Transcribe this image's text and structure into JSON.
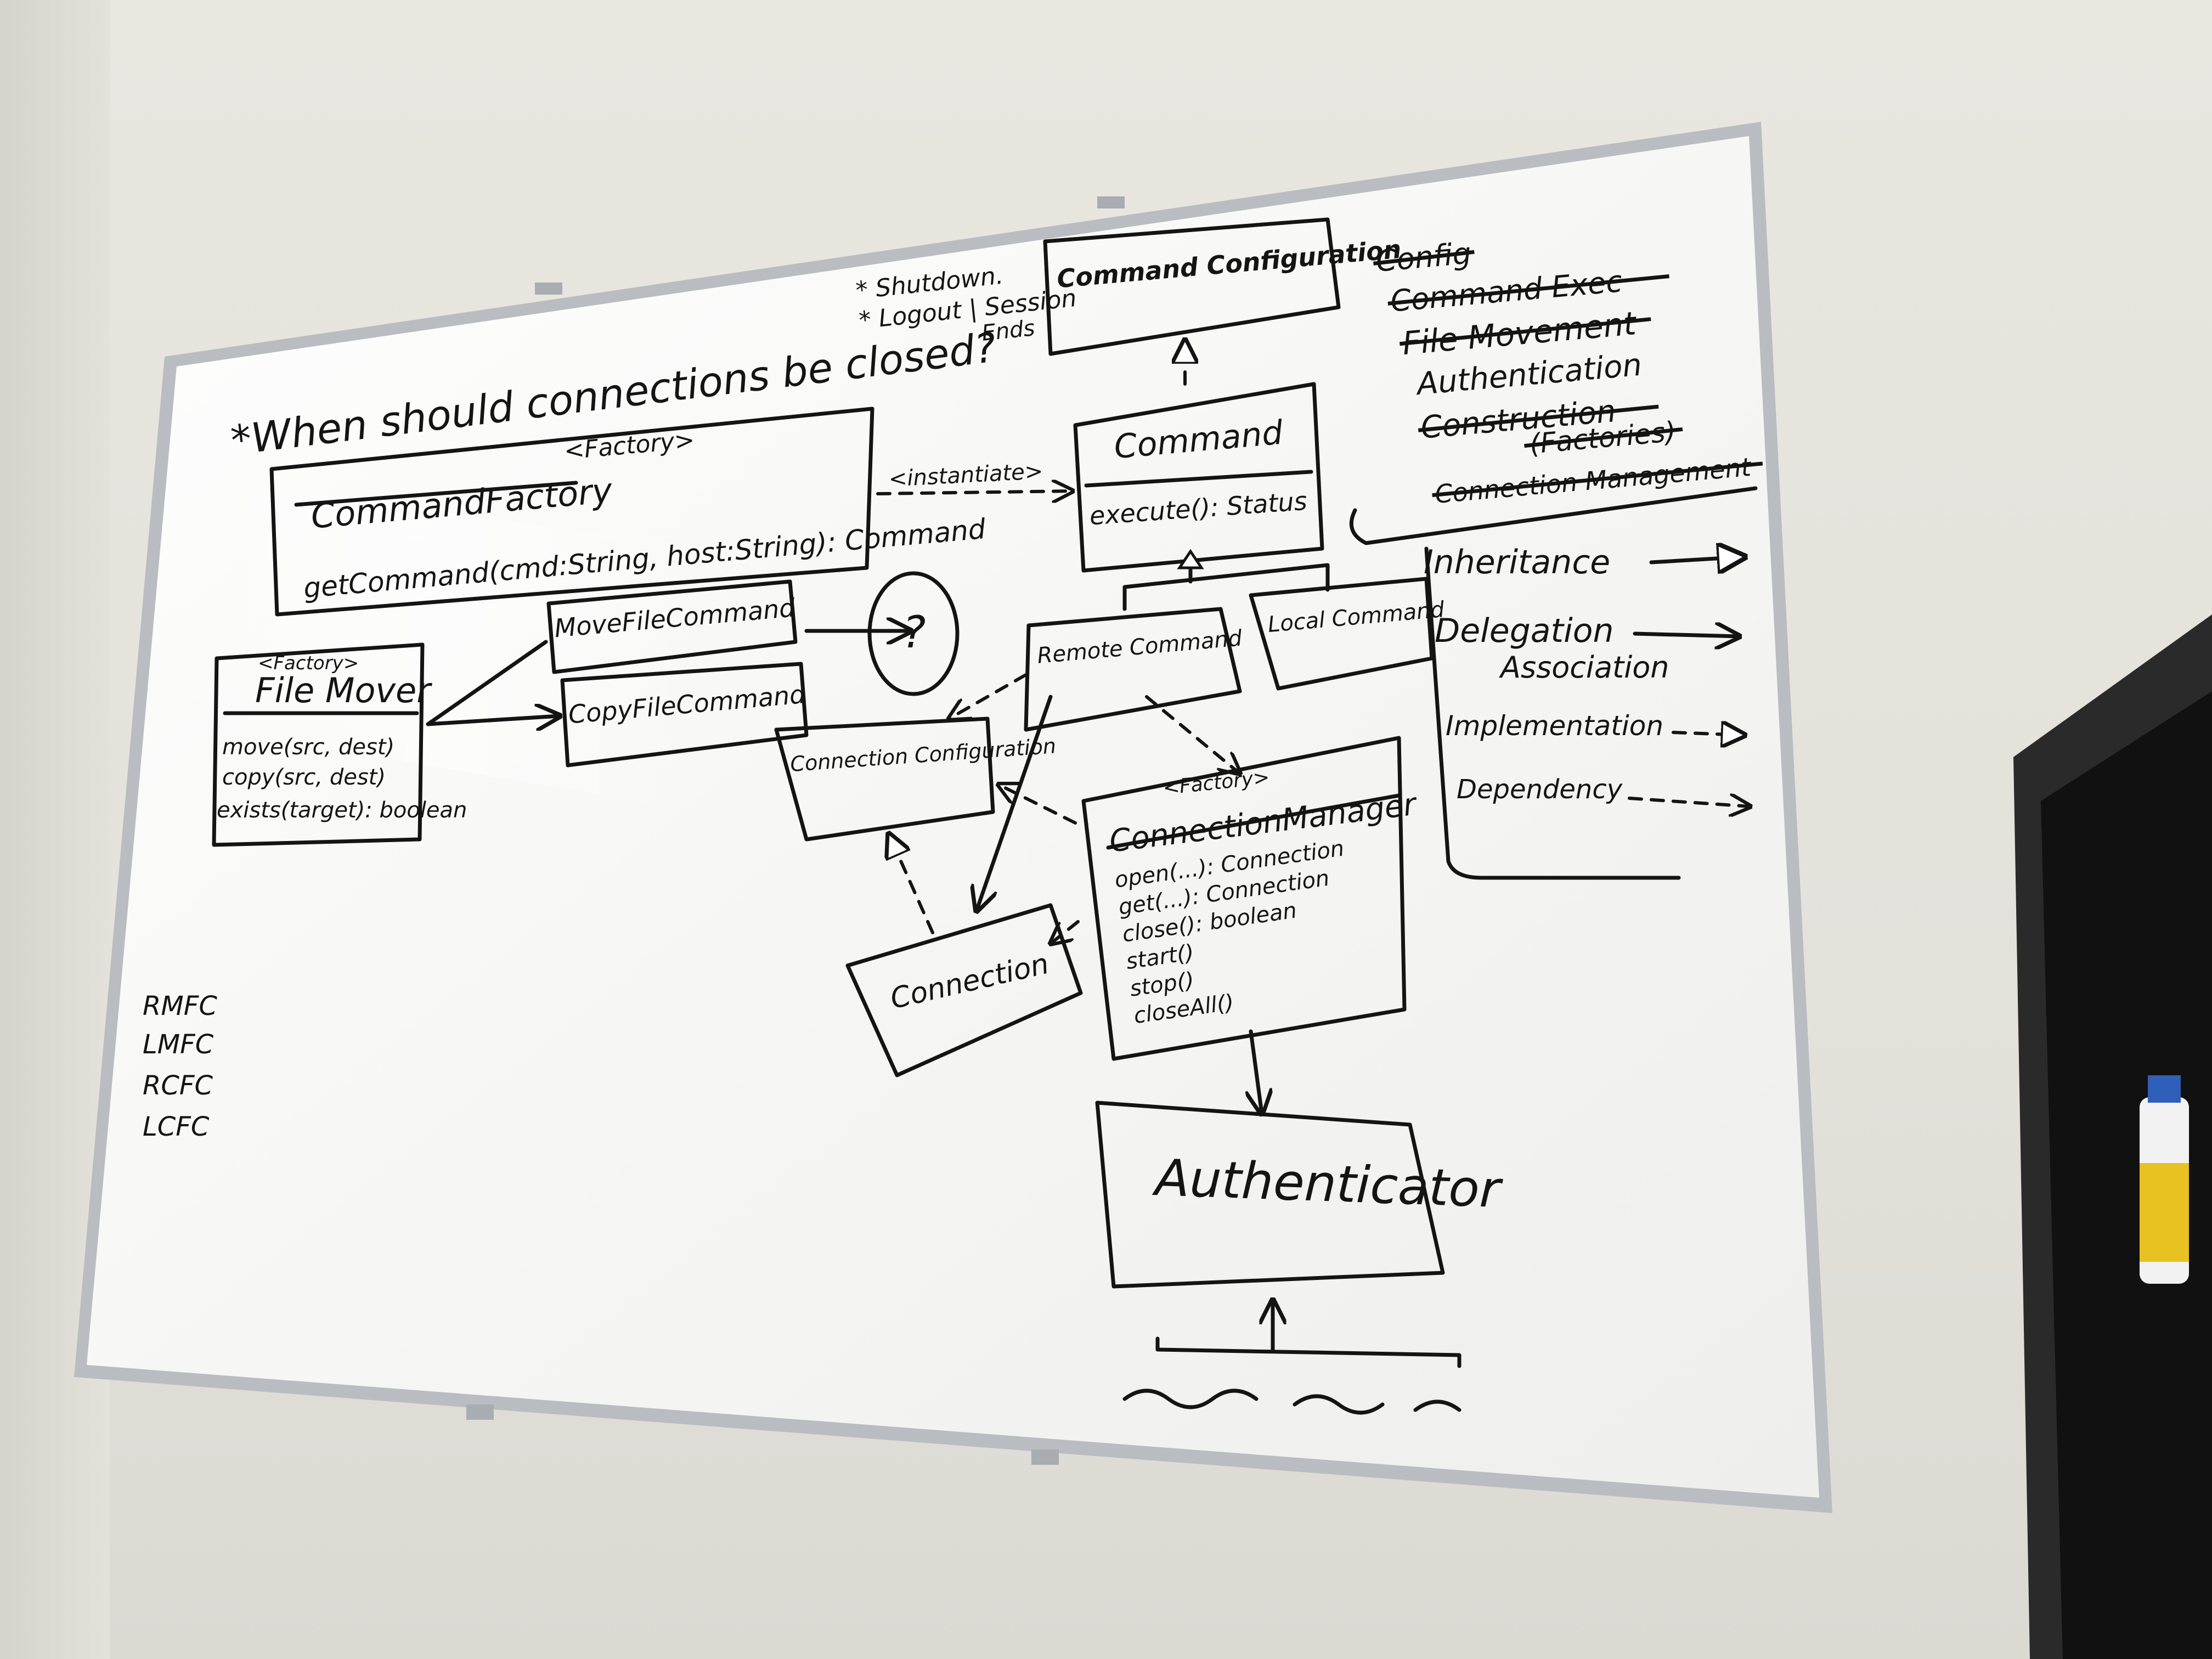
{
  "board": {
    "question": "*When should connections be closed?",
    "notes": [
      "* Shutdown.",
      "* Logout | Session",
      "Ends"
    ],
    "legend_removed": [
      "Config",
      "Command Exec",
      "File Movement"
    ],
    "legend_items": [
      "Authentication"
    ],
    "legend_removed2": [
      "Construction",
      "(Factories)",
      "Connection Management"
    ],
    "relations": [
      "Inheritance",
      "Delegation",
      "Association",
      "Implementation",
      "Dependency"
    ],
    "abbreviations": [
      "RMFC",
      "LMFC",
      "RCFC",
      "LCFC"
    ]
  },
  "classes": {
    "command_factory": {
      "stereotype": "<Factory>",
      "name": "CommandFactory",
      "method": "getCommand(cmd:String, host:String): Command"
    },
    "instantiate": "<instantiate>",
    "command_configuration": {
      "name": "Command Configuration"
    },
    "command": {
      "name": "Command",
      "method": "execute(): Status"
    },
    "move_file_command": {
      "name": "MoveFileCommand"
    },
    "copy_file_command": {
      "name": "CopyFileCommand"
    },
    "remote_command": {
      "name": "Remote Command"
    },
    "local_command": {
      "name": "Local Command"
    },
    "file_mover": {
      "stereotype": "<Factory>",
      "name": "File Mover",
      "methods": [
        "move(src, dest)",
        "copy(src, dest)",
        "exists(target): boolean"
      ]
    },
    "connection_configuration": {
      "name": "Connection Configuration"
    },
    "connection_manager": {
      "stereotype": "<Factory>",
      "name": "ConnectionManager",
      "methods": [
        "open(...): Connection",
        "get(...): Connection",
        "close(): boolean",
        "start()",
        "stop()",
        "closeAll()"
      ]
    },
    "connection": {
      "name": "Connection"
    },
    "authenticator": {
      "name": "Authenticator"
    },
    "unknown_marker": "?"
  },
  "colors": {
    "ink": "#141414",
    "board": "#f7f7f5",
    "frame": "#b9bcc0",
    "wall": "#e6e3dd"
  }
}
